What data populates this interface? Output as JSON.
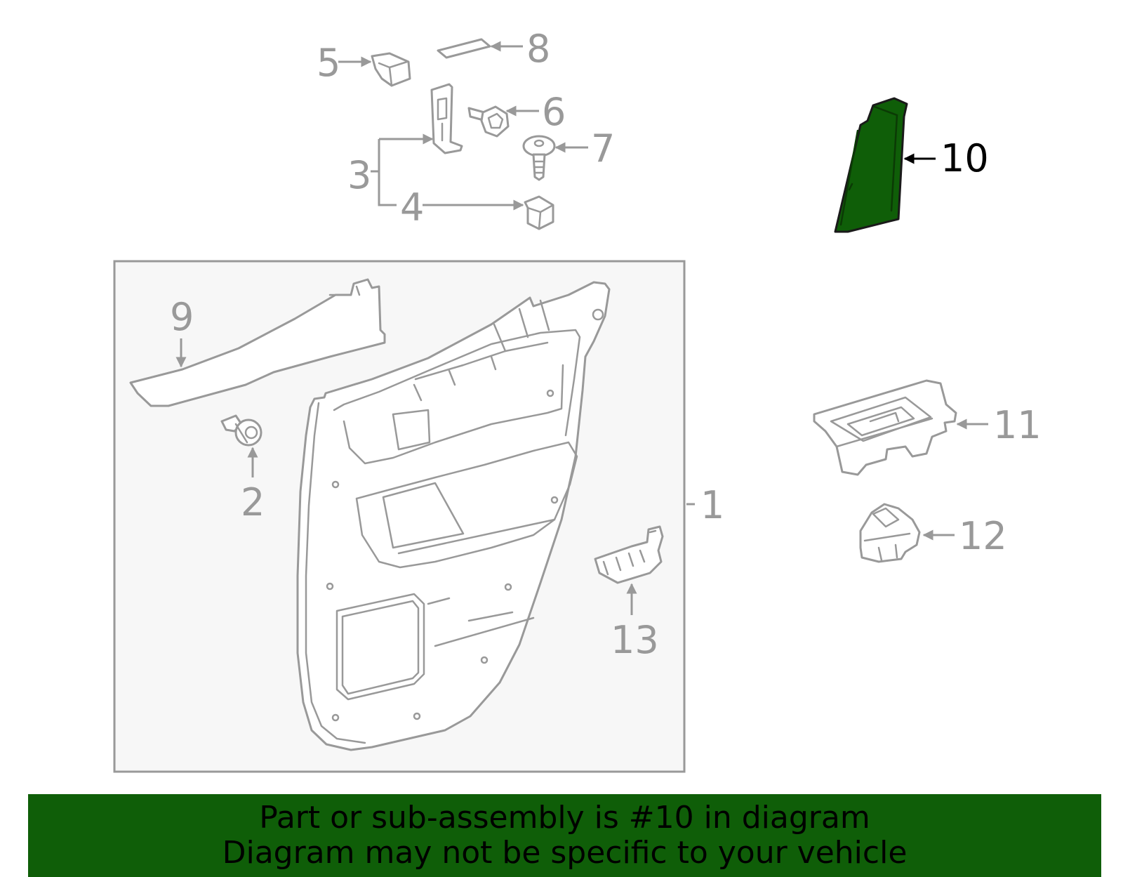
{
  "diagram": {
    "colors": {
      "part_stroke": "#999999",
      "panel_fill": "#f7f7f7",
      "highlight_fill": "#0f5e08",
      "banner_fill": "#0f5e08",
      "highlight_label": "#000000"
    },
    "highlighted_part": "10",
    "callouts": {
      "c1": "1",
      "c2": "2",
      "c3": "3",
      "c4": "4",
      "c5": "5",
      "c6": "6",
      "c7": "7",
      "c8": "8",
      "c9": "9",
      "c10": "10",
      "c11": "11",
      "c12": "12",
      "c13": "13"
    }
  },
  "banner": {
    "line1": "Part or sub-assembly is #10 in diagram",
    "line2": "Diagram may not be specific to your vehicle"
  }
}
